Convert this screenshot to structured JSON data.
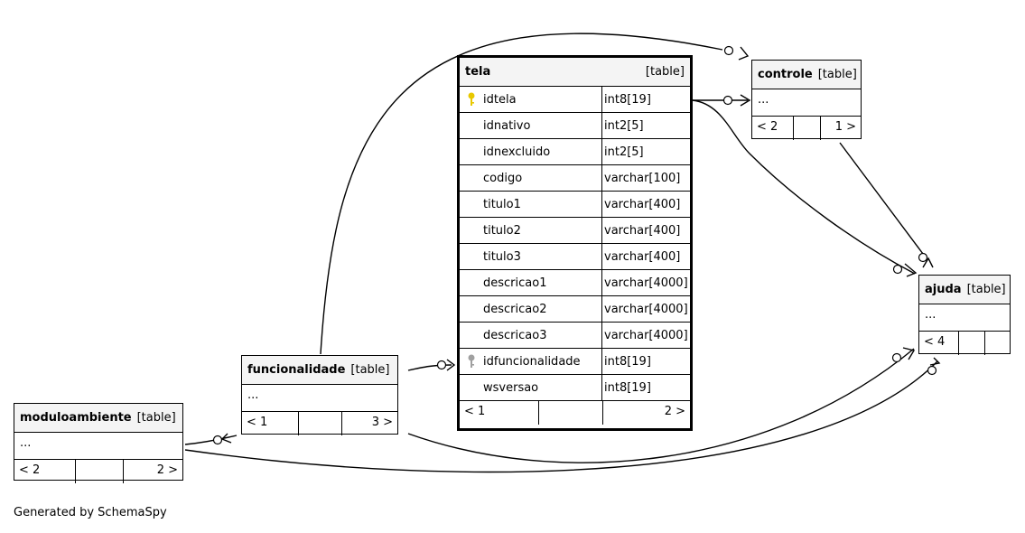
{
  "tables": {
    "tela": {
      "name": "tela",
      "kind": "[table]",
      "columns": [
        {
          "name": "idtela",
          "type": "int8[19]",
          "key": "primary"
        },
        {
          "name": "idnativo",
          "type": "int2[5]",
          "key": ""
        },
        {
          "name": "idnexcluido",
          "type": "int2[5]",
          "key": ""
        },
        {
          "name": "codigo",
          "type": "varchar[100]",
          "key": ""
        },
        {
          "name": "titulo1",
          "type": "varchar[400]",
          "key": ""
        },
        {
          "name": "titulo2",
          "type": "varchar[400]",
          "key": ""
        },
        {
          "name": "titulo3",
          "type": "varchar[400]",
          "key": ""
        },
        {
          "name": "descricao1",
          "type": "varchar[4000]",
          "key": ""
        },
        {
          "name": "descricao2",
          "type": "varchar[4000]",
          "key": ""
        },
        {
          "name": "descricao3",
          "type": "varchar[4000]",
          "key": ""
        },
        {
          "name": "idfuncionalidade",
          "type": "int8[19]",
          "key": "foreign"
        },
        {
          "name": "wsversao",
          "type": "int8[19]",
          "key": ""
        }
      ],
      "footer": {
        "left": "< 1",
        "right": "2 >"
      }
    },
    "controle": {
      "name": "controle",
      "kind": "[table]",
      "ellipsis": "...",
      "footer": {
        "left": "< 2",
        "right": "1 >"
      }
    },
    "ajuda": {
      "name": "ajuda",
      "kind": "[table]",
      "ellipsis": "...",
      "footer": {
        "left": "< 4",
        "right": ""
      }
    },
    "funcionalidade": {
      "name": "funcionalidade",
      "kind": "[table]",
      "ellipsis": "...",
      "footer": {
        "left": "< 1",
        "right": "3 >"
      }
    },
    "moduloambiente": {
      "name": "moduloambiente",
      "kind": "[table]",
      "ellipsis": "...",
      "footer": {
        "left": "< 2",
        "right": "2 >"
      }
    }
  },
  "generated_by": "Generated by SchemaSpy",
  "colors": {
    "primary_key": "#e8c800",
    "foreign_key": "#a0a0a0",
    "header_bg": "#f4f4f4"
  }
}
